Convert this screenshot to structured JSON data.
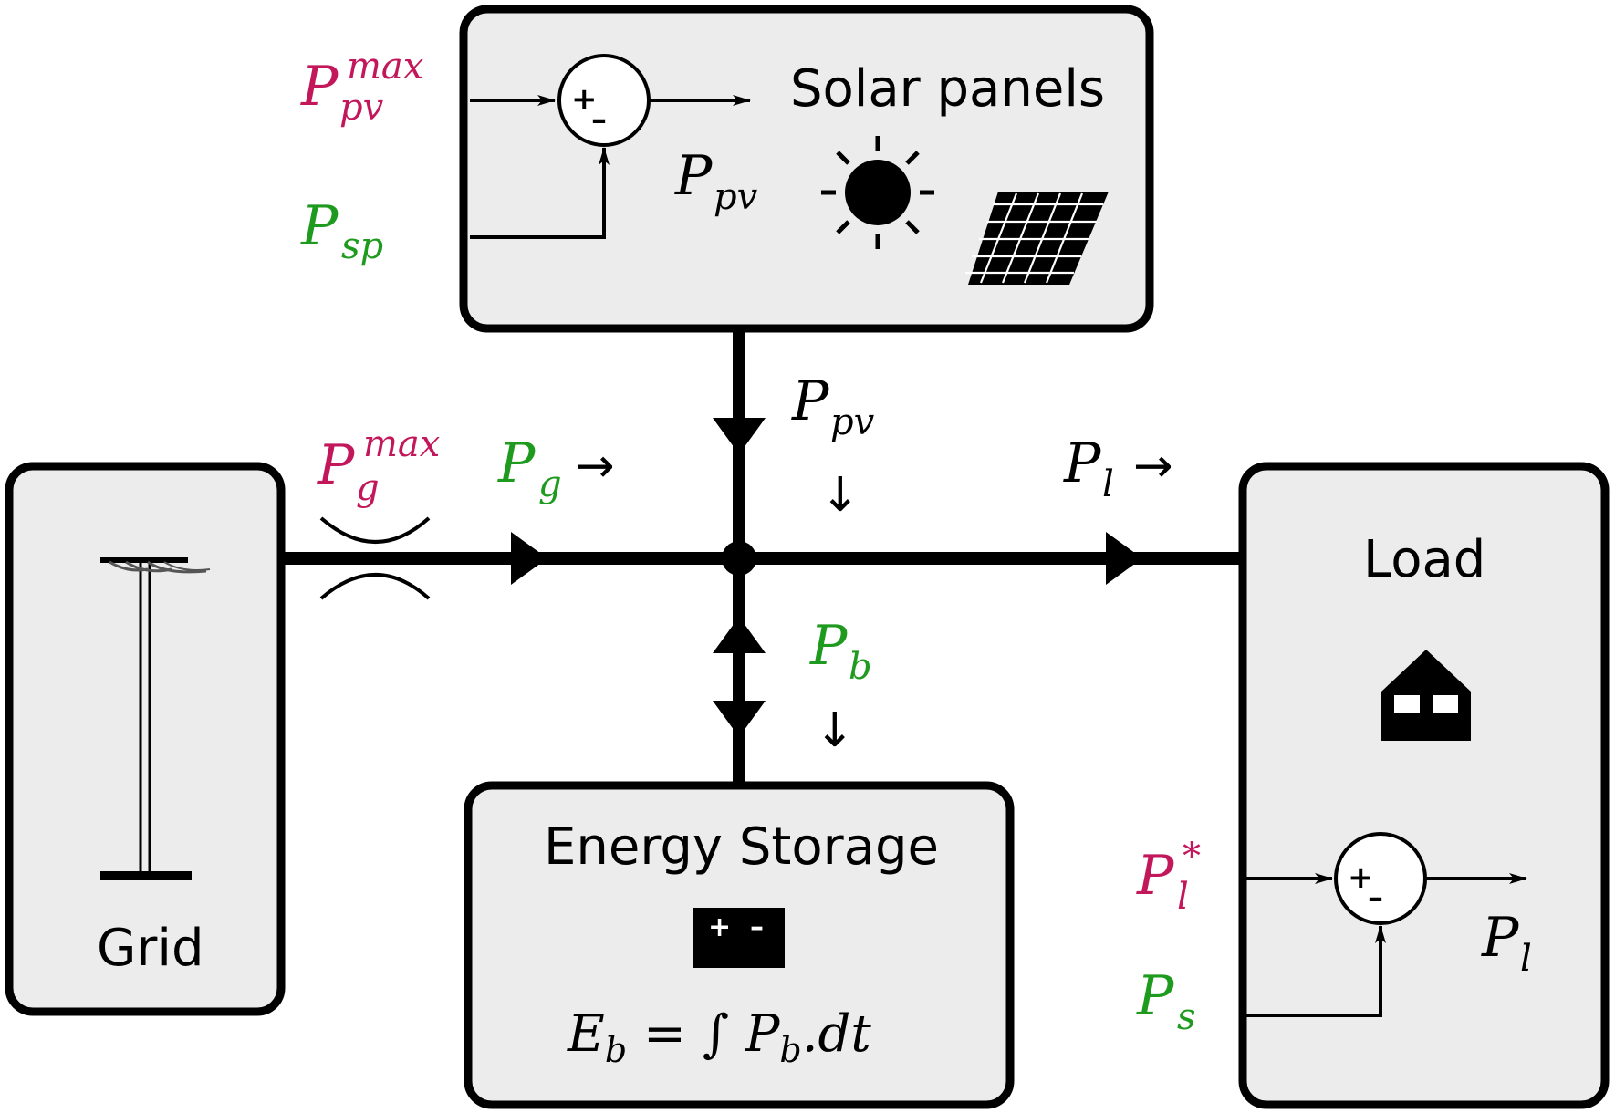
{
  "colors": {
    "box_fill": "#ececec",
    "stroke": "#000000",
    "setpoint": "#c2185b",
    "control": "#1e9a1e",
    "text": "#000000"
  },
  "blocks": {
    "solar": {
      "title": "Solar panels"
    },
    "grid": {
      "title": "Grid"
    },
    "load": {
      "title": "Load"
    },
    "storage": {
      "title": "Energy Storage",
      "equation": {
        "lhs": "E",
        "lhs_sub": "b",
        "eq": " = ∫ ",
        "rhs": "P",
        "rhs_sub": "b",
        "rhs_tail": ".dt"
      }
    }
  },
  "labels": {
    "ppv_max": {
      "base": "P",
      "sup": "max",
      "sub": "pv"
    },
    "psp": {
      "base": "P",
      "sub": "sp"
    },
    "ppv_out": {
      "base": "P",
      "sub": "pv"
    },
    "ppv_flow": {
      "base": "P",
      "sub": "pv",
      "arrow": "↓"
    },
    "pg_max": {
      "base": "P",
      "sup": "max",
      "sub": "g"
    },
    "pg": {
      "base": "P",
      "sub": "g",
      "arrow": "→"
    },
    "pl_flow": {
      "base": "P",
      "sub": "l",
      "arrow": "→"
    },
    "pb": {
      "base": "P",
      "sub": "b",
      "arrow": "↓"
    },
    "pl_star": {
      "base": "P",
      "sub": "l",
      "sup": "*"
    },
    "ps": {
      "base": "P",
      "sub": "s"
    },
    "pl_out": {
      "base": "P",
      "sub": "l"
    }
  },
  "summing_junctions": {
    "solar": {
      "plus": "+",
      "minus": "–"
    },
    "load": {
      "plus": "+",
      "minus": "–"
    }
  },
  "battery_icon": {
    "plus": "+",
    "minus": "–"
  },
  "icons": [
    "sun-icon",
    "solar-panel-icon",
    "house-icon",
    "battery-icon",
    "utility-pole-icon",
    "summing-junction-icon"
  ]
}
